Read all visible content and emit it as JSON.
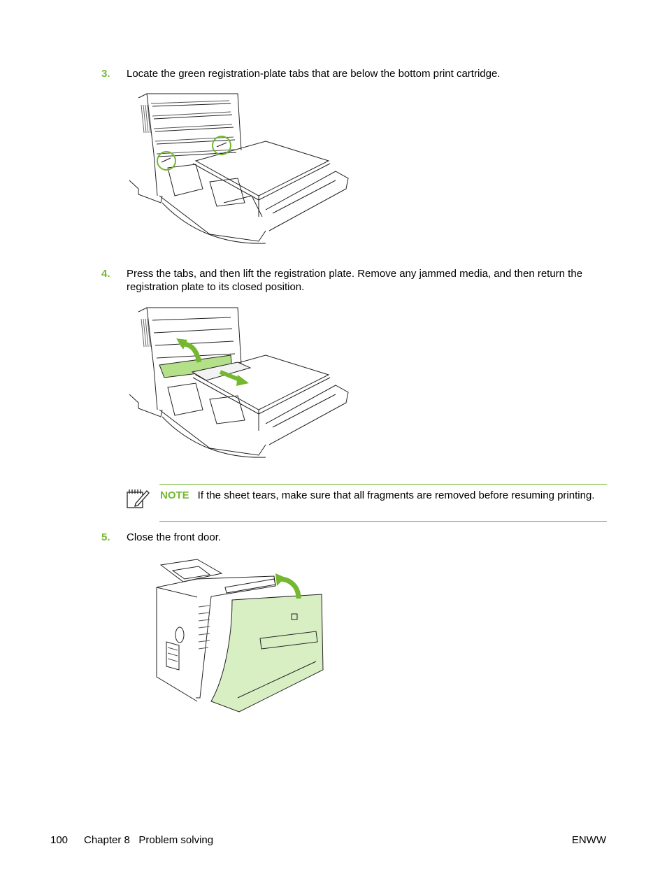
{
  "steps": [
    {
      "number": "3.",
      "text": "Locate the green registration-plate tabs that are below the bottom print cartridge."
    },
    {
      "number": "4.",
      "text": "Press the tabs, and then lift the registration plate. Remove any jammed media, and then return the registration plate to its closed position."
    },
    {
      "number": "5.",
      "text": "Close the front door."
    }
  ],
  "note": {
    "label": "NOTE",
    "text": "If the sheet tears, make sure that all fragments are removed before resuming printing."
  },
  "footer": {
    "page_number": "100",
    "chapter": "Chapter 8   Problem solving",
    "right": "ENWW"
  },
  "colors": {
    "accent_green": "#73b82e",
    "highlight_green": "#b5e08a",
    "door_green": "#d8efc4"
  }
}
